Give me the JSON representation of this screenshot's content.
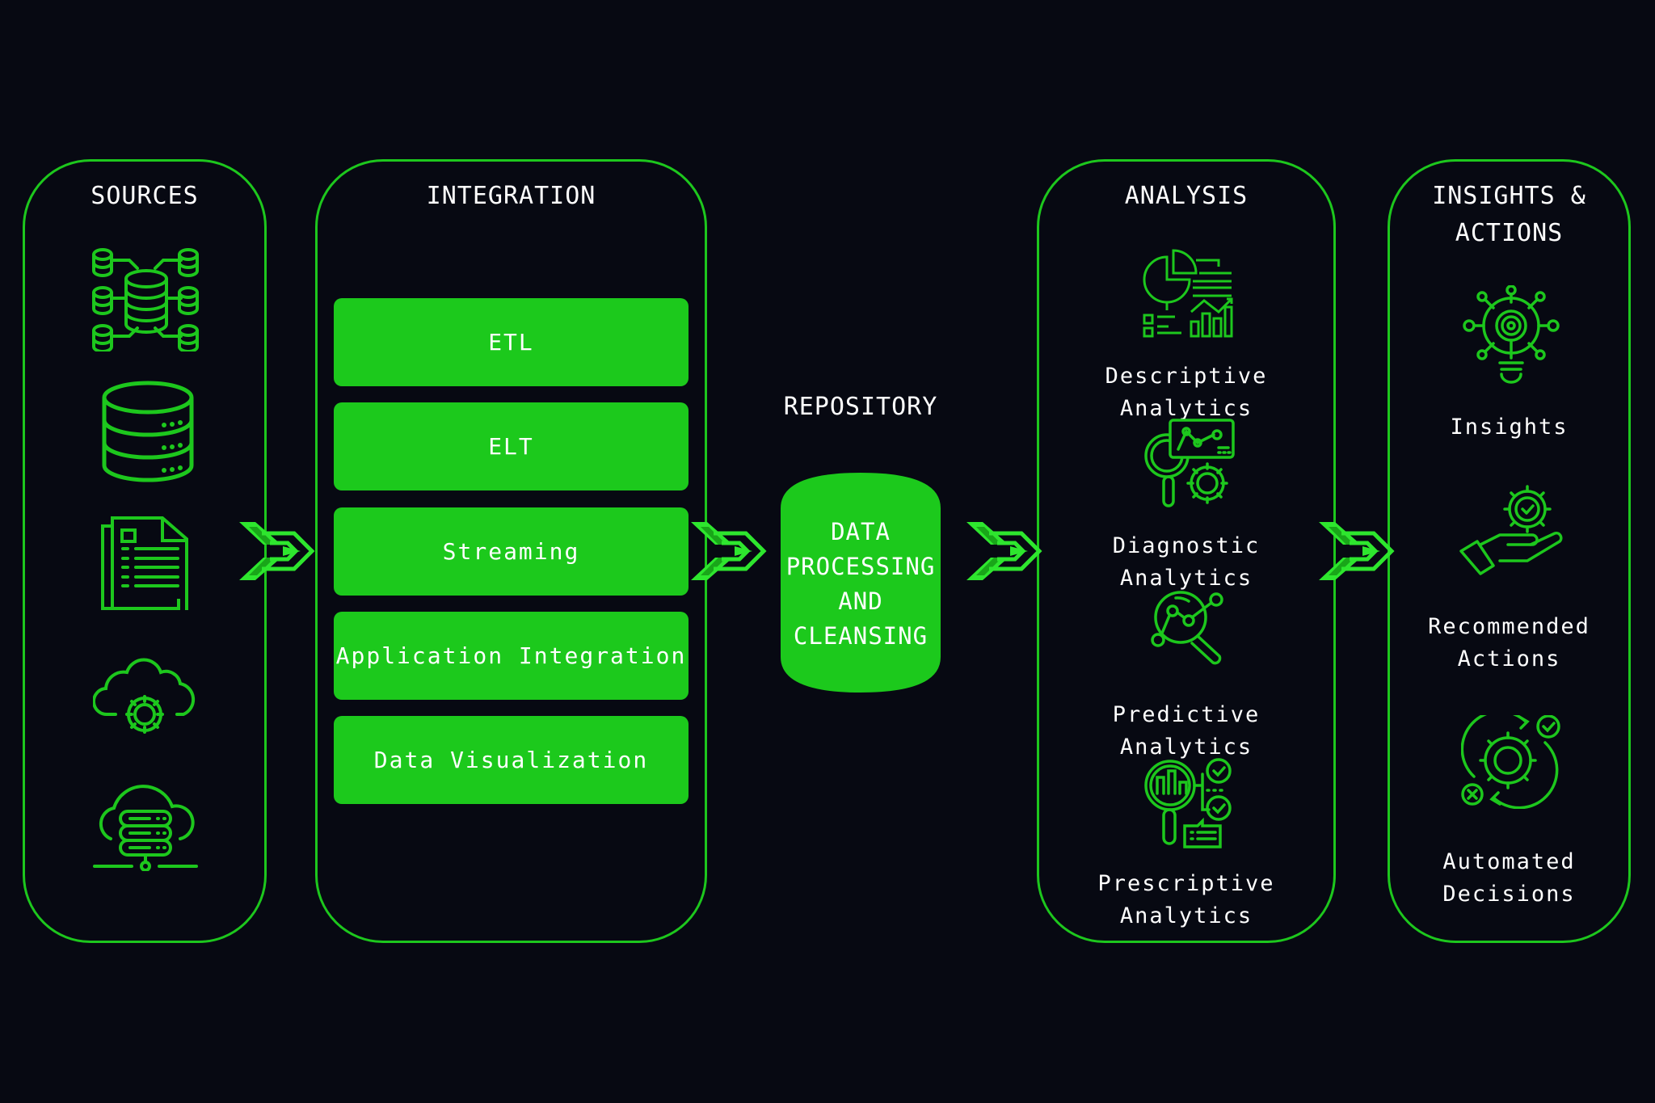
{
  "colors": {
    "background": "#070912",
    "accent": "#1dc71d",
    "bar_fill": "#1cc91c",
    "text": "#ffffff"
  },
  "sources": {
    "title": "SOURCES",
    "icons": [
      "distributed-database-icon",
      "database-server-icon",
      "documents-icon",
      "cloud-settings-icon",
      "cloud-server-icon"
    ]
  },
  "integration": {
    "title": "INTEGRATION",
    "items": [
      {
        "label": "ETL"
      },
      {
        "label": "ELT"
      },
      {
        "label": "Streaming"
      },
      {
        "label": "Application Integration"
      },
      {
        "label": "Data Visualization"
      }
    ]
  },
  "repository": {
    "title": "REPOSITORY",
    "cylinder_lines": [
      "DATA",
      "PROCESSING",
      "AND",
      "CLEANSING"
    ]
  },
  "analysis": {
    "title": "ANALYSIS",
    "items": [
      {
        "label": "Descriptive Analytics",
        "icon": "report-charts-icon"
      },
      {
        "label": "Diagnostic Analytics",
        "icon": "magnifier-gear-chart-icon"
      },
      {
        "label": "Predictive Analytics",
        "icon": "magnifier-trend-icon"
      },
      {
        "label": "Prescriptive Analytics",
        "icon": "magnifier-checklist-icon"
      }
    ]
  },
  "insights": {
    "title_line1": "INSIGHTS &",
    "title_line2": "ACTIONS",
    "items": [
      {
        "line1": "Insights",
        "line2": "",
        "icon": "lightbulb-gear-icon"
      },
      {
        "line1": "Recommended",
        "line2": "Actions",
        "icon": "hand-gear-icon"
      },
      {
        "line1": "Automated",
        "line2": "Decisions",
        "icon": "gear-cycle-icon"
      }
    ]
  },
  "flow_arrows": [
    "sources-to-integration",
    "integration-to-repository",
    "repository-to-analysis",
    "analysis-to-insights"
  ]
}
